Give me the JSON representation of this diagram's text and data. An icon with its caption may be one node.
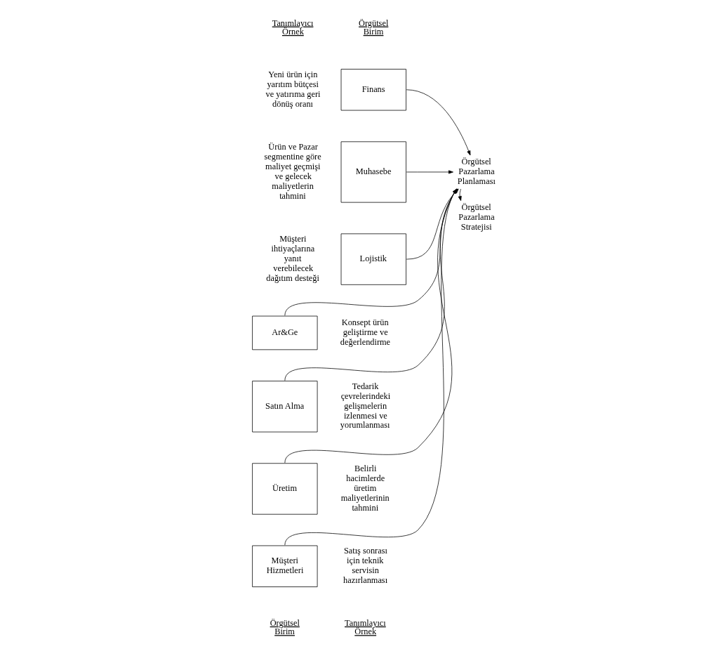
{
  "diagram": {
    "nodes": [
      {
        "text": [
          "Finans"
        ],
        "beside": [
          "Yeni ürün için yarıtım bütçesi ve yatırıma geri dönüş oranı"
        ]
      },
      {
        "text": [
          "Muhasebe"
        ],
        "beside": [
          "Ürün ve Pazar segmentine göre maliyet geçmişi ve gelecek maliyetlerin tahmini"
        ]
      },
      {
        "text": [
          "Lojistik"
        ],
        "beside": [
          "Müşteri ihtiyaçlarına yanıt verebilecek dağıtım desteği"
        ]
      },
      {
        "text": [
          "Örgütsel Pazarlama Planlaması"
        ]
      },
      {
        "text": [
          "Ar&Ge"
        ],
        "beside": [
          "Konsept ürün geliştirme ve değerlendirme"
        ]
      },
      {
        "text": [
          "Satın Alma"
        ],
        "beside": [
          "Tedarik çevrelerindeki gelişmelerin izlenmesi ve yorumlanması"
        ]
      },
      {
        "text": [
          "Üretim"
        ],
        "beside": [
          "Belirli hacimlerde üretim maliyetlerinin tahmini"
        ]
      },
      {
        "text": [
          "Müşteri Hizmetleri"
        ],
        "beside": [
          "Satış sonrası için teknik servisin hazırlanması"
        ]
      },
      {
        "text": [
          "Örgütsel Pazarlama Stratejisi"
        ]
      }
    ],
    "edges": [
      {
        "from": 0,
        "to": 3,
        "arrow": "to"
      },
      {
        "from": 1,
        "to": 3,
        "arrow": "to"
      },
      {
        "from": 2,
        "to": 3,
        "arrow": "to"
      },
      {
        "from": 4,
        "to": 3,
        "arrow": "to"
      },
      {
        "from": 5,
        "to": 3,
        "arrow": "to"
      },
      {
        "from": 6,
        "to": 3,
        "arrow": "to"
      },
      {
        "from": 7,
        "to": 3,
        "arrow": "to"
      },
      {
        "from": 3,
        "to": 8,
        "arrow": "to"
      }
    ],
    "labels": [
      "Tanımlayıcı Örnek",
      "Örgütsel Birim",
      "Örgütsel Birim",
      "Tanımlayıcı Örnek"
    ]
  }
}
